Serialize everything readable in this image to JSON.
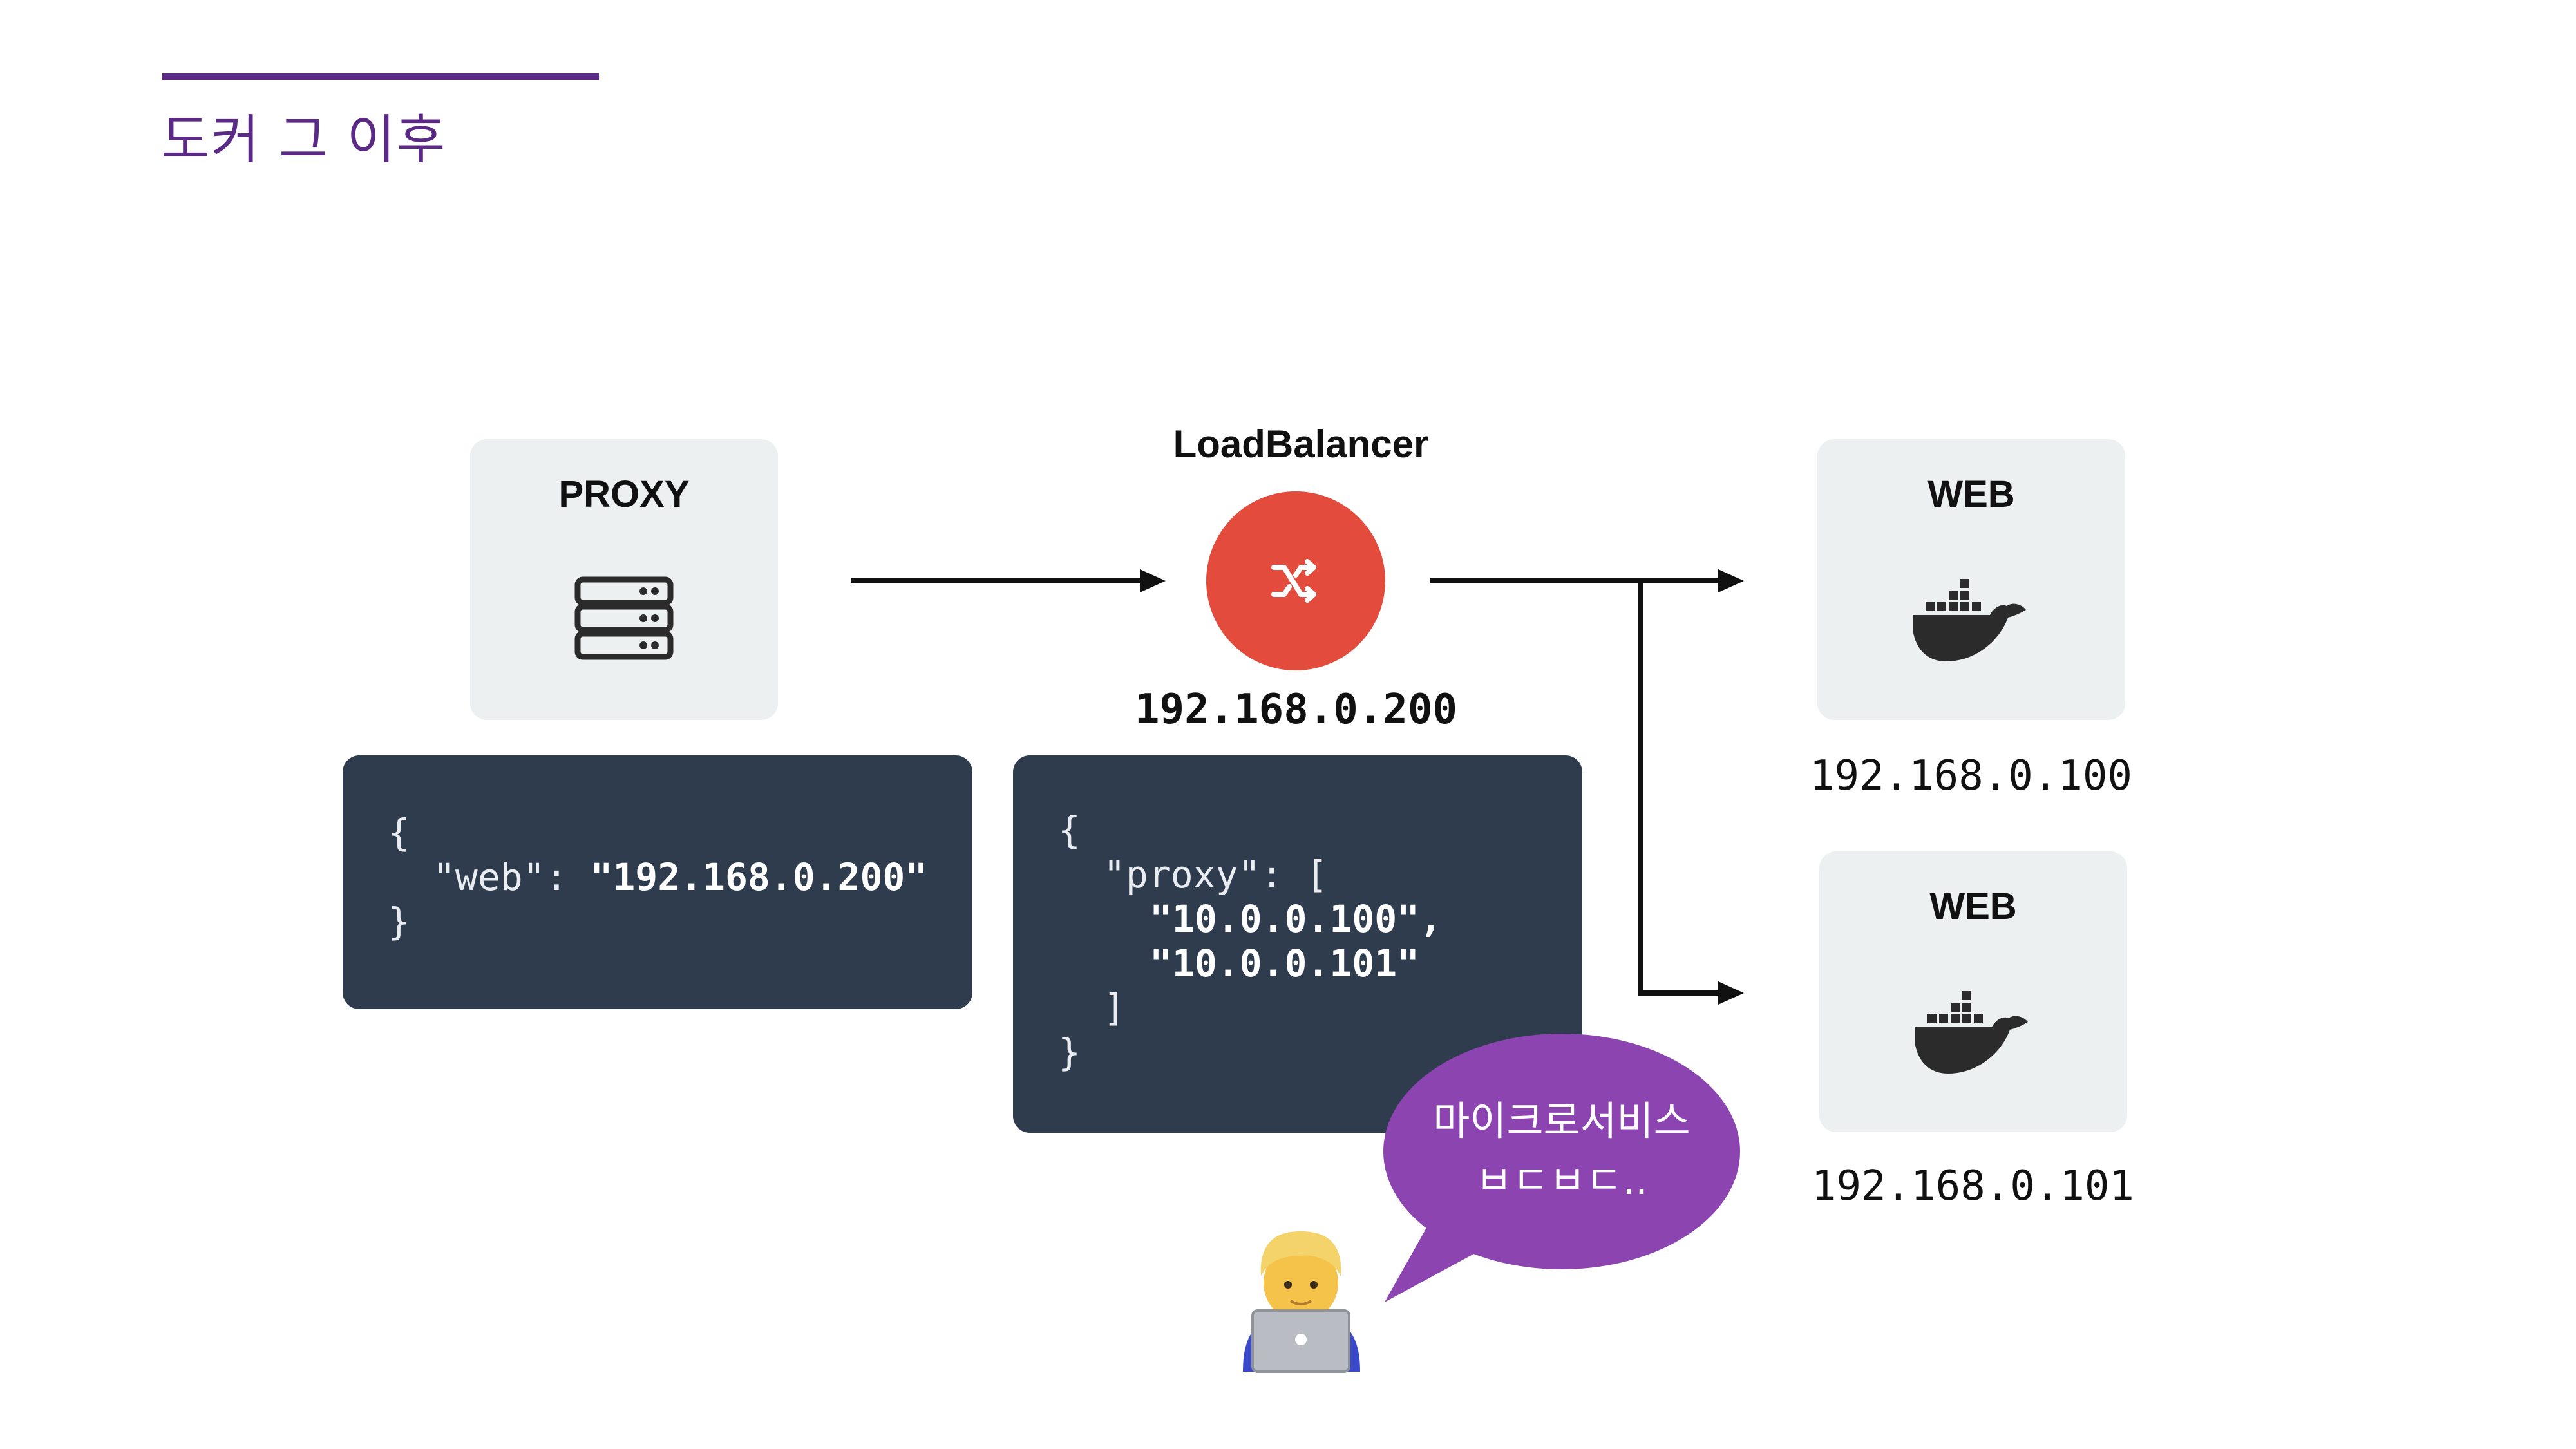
{
  "slide": {
    "title": "도커 그 이후",
    "accent_color": "#5b2a86"
  },
  "proxy": {
    "title": "PROXY",
    "icon": "server-stack-icon",
    "config": {
      "open": "{",
      "key": "\"web\":",
      "value": "\"192.168.0.200\"",
      "close": "}"
    }
  },
  "load_balancer": {
    "title": "LoadBalancer",
    "icon": "shuffle-icon",
    "color": "#e34b3d",
    "ip": "192.168.0.200",
    "config": {
      "open": "{",
      "key": "\"proxy\": [",
      "values": [
        "\"10.0.0.100\",",
        "\"10.0.0.101\""
      ],
      "close_array": "]",
      "close": "}"
    }
  },
  "web_servers": [
    {
      "title": "WEB",
      "icon": "docker-whale-icon",
      "ip": "192.168.0.100"
    },
    {
      "title": "WEB",
      "icon": "docker-whale-icon",
      "ip": "192.168.0.101"
    }
  ],
  "speech_bubble": {
    "color": "#8b44b0",
    "line1": "마이크로서비스",
    "line2": "ㅂㄷㅂㄷ.."
  },
  "developer": {
    "icon": "developer-with-laptop-icon"
  },
  "code_panel_color": "#2e3c4e"
}
